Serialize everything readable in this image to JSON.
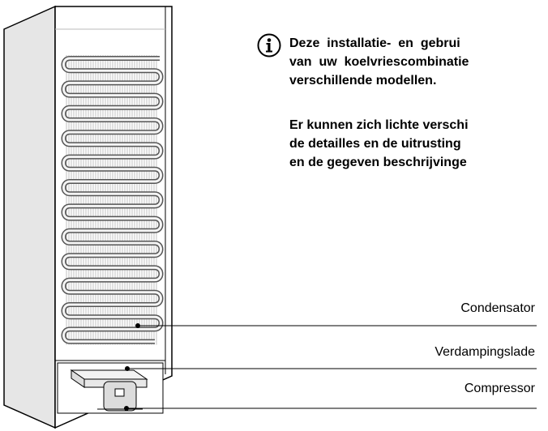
{
  "info": {
    "paragraph1": "Deze  installatie-  en  gebrui\nvan  uw  koelvriescombinatie\nverschillende modellen.",
    "paragraph2": "Er kunnen zich lichte verschi\nde detailles en de uitrusting\nen de gegeven beschrijvinge"
  },
  "callouts": {
    "condensator": "Condensator",
    "verdampingslade": "Verdampingslade",
    "compressor": "Compressor"
  },
  "icons": {
    "info": "info-icon"
  },
  "colors": {
    "line": "#000000",
    "cabinet_side": "#e6e6e6",
    "cabinet_back": "#ffffff",
    "coil": "#7a7a7a"
  }
}
